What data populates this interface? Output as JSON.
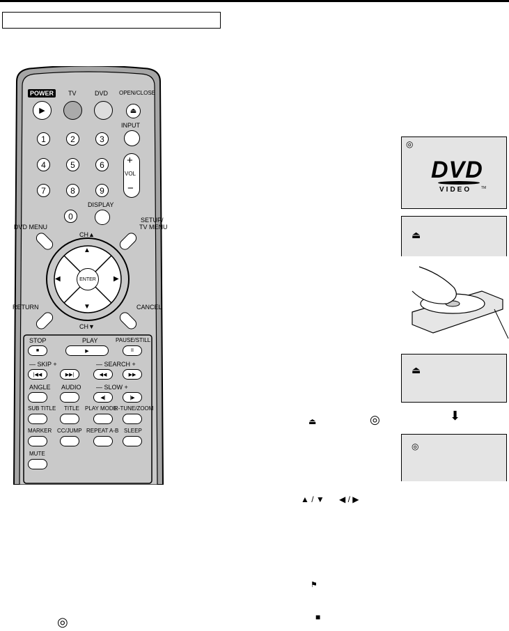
{
  "remote": {
    "power": "POWER",
    "tv": "TV",
    "dvd": "DVD",
    "open_close": "OPEN/CLOSE",
    "input": "INPUT",
    "numbers": [
      "1",
      "2",
      "3",
      "4",
      "5",
      "6",
      "7",
      "8",
      "9",
      "0"
    ],
    "vol": "VOL",
    "display": "DISPLAY",
    "dvd_menu": "DVD MENU",
    "setup": "SETUP/",
    "tv_menu": "TV MENU",
    "ch_up": "CH▲",
    "ch_down": "CH▼",
    "enter": "ENTER",
    "return": "RETURN",
    "cancel": "CANCEL",
    "stop": "STOP",
    "play": "PLAY",
    "pause": "PAUSE/STILL",
    "skip": "— SKIP +",
    "search": "— SEARCH +",
    "angle": "ANGLE",
    "audio": "AUDIO",
    "slow": "— SLOW +",
    "subtitle": "SUB TITLE",
    "title": "TITLE",
    "play_mode": "PLAY MODE",
    "rtune": "R-TUNE/ZOOM",
    "marker": "MARKER",
    "cc_jump": "CC/JUMP",
    "repeat": "REPEAT A-B",
    "sleep": "SLEEP",
    "mute": "MUTE"
  },
  "screens": {
    "dvd_logo": "DVD",
    "video": "VIDEO",
    "tm": "TM"
  },
  "inline_symbols": {
    "eject": "⏏",
    "arrows_ud": "▲ / ▼",
    "arrows_lr": "◀ / ▶",
    "down_arrow": "⬇",
    "flag": "▶",
    "stop": "■"
  }
}
